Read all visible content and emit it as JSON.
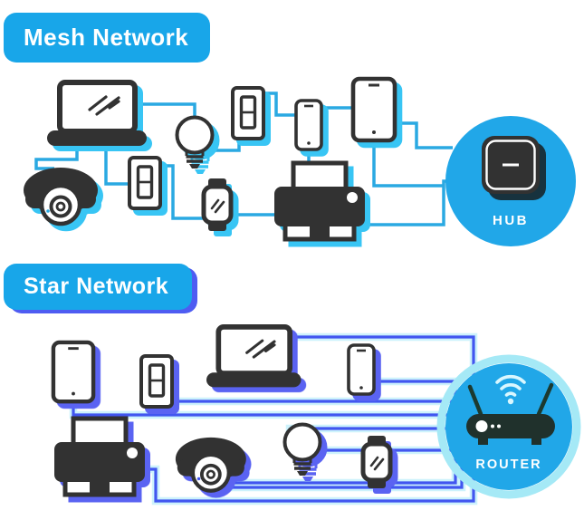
{
  "page": {
    "background": "#FFFFFF"
  },
  "mesh": {
    "title": "Mesh Network",
    "hub_label": "HUB",
    "line_color": "#2AA9E2",
    "device_shadow": "#38C5F4",
    "hub_circle_color": "#21A7E8",
    "devices": [
      "laptop",
      "security-camera",
      "light-switch",
      "light-bulb",
      "light-switch",
      "smartwatch",
      "smartphone",
      "printer",
      "tablet",
      "hub"
    ]
  },
  "star": {
    "title": "Star Network",
    "hub_label": "ROUTER",
    "line_color": "#4156F0",
    "line_halo": "#CDF2FC",
    "device_shadow": "#5A63F2",
    "hub_circle_color": "#21A7E8",
    "ring_color": "#A5E9F6",
    "devices": [
      "tablet",
      "light-switch",
      "laptop",
      "smartphone",
      "printer",
      "security-camera",
      "light-bulb",
      "smartwatch",
      "router"
    ]
  },
  "colors": {
    "banner": "#18A6E9",
    "device_dark": "#323232",
    "text": "#FFFFFF"
  }
}
